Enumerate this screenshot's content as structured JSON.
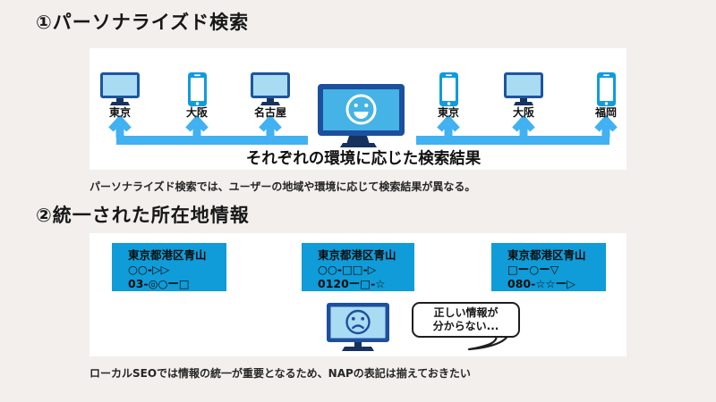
{
  "colors": {
    "background": "#F2EFEC",
    "panel": "#FFFFFF",
    "monitor_frame_navy": "#1E559E",
    "monitor_stand_navy": "#16325E",
    "monitor_screen_light": "#A9DBF3",
    "phone_blue": "#119BDB",
    "big_screen_blue": "#45B3E6",
    "arrow_blue": "#41B1F2",
    "address_box_blue": "#0F9CD8",
    "text": "#1B1B1B"
  },
  "section1": {
    "title": "①パーソナライズド検索",
    "devices": [
      {
        "label": "東京",
        "icon": "desktop-monitor-icon"
      },
      {
        "label": "大阪",
        "icon": "smartphone-icon"
      },
      {
        "label": "名古屋",
        "icon": "desktop-monitor-icon"
      },
      {
        "label": "東京",
        "icon": "smartphone-icon"
      },
      {
        "label": "大阪",
        "icon": "desktop-monitor-icon"
      },
      {
        "label": "福岡",
        "icon": "smartphone-icon"
      }
    ],
    "center_icon": "happy-face-monitor-icon",
    "result_text": "それぞれの環境に応じた検索結果",
    "caption": "パーソナライズド検索では、ユーザーの地域や環境に応じて検索結果が異なる。"
  },
  "section2": {
    "title": "②統一された所在地情報",
    "boxes": [
      {
        "line1": "東京都港区青山",
        "line2": "○○-▷▷",
        "line3": "03-◎○ー□"
      },
      {
        "line1": "東京都港区青山",
        "line2": "○○-□□-▷",
        "line3": "0120ー□-☆"
      },
      {
        "line1": "東京都港区青山",
        "line2": "□ー○ー▽",
        "line3": "080-☆☆ー▷"
      }
    ],
    "center_icon": "sad-face-monitor-icon",
    "bubble": {
      "line1": "正しい情報が",
      "line2": "分からない..."
    },
    "caption": "ローカルSEOでは情報の統一が重要となるため、NAPの表記は揃えておきたい"
  }
}
